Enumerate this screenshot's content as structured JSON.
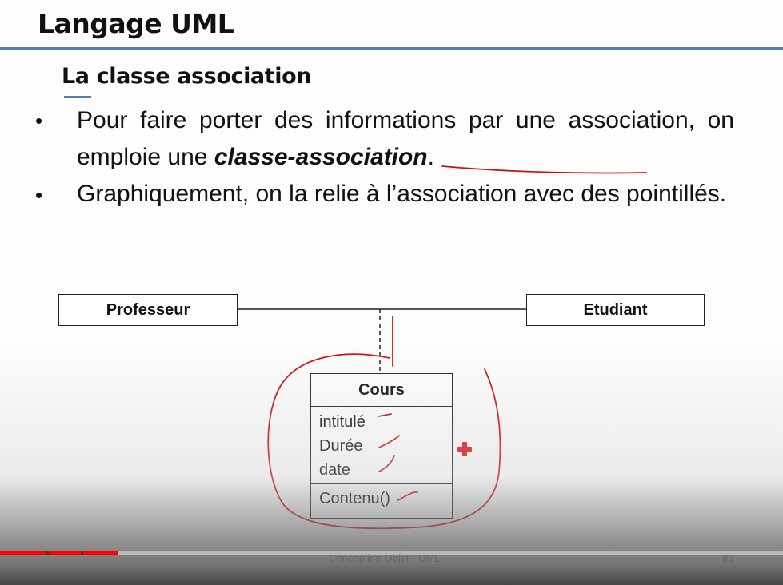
{
  "slide": {
    "title": "Langage UML",
    "section_heading": "La classe association",
    "bullets": [
      {
        "before": "Pour faire porter des informations par une association, on emploie une ",
        "emphasis": "classe-association",
        "after": "."
      },
      {
        "text": "Graphiquement, on la relie à l’association avec des pointillés."
      }
    ],
    "bullet_symbol": "•"
  },
  "diagram": {
    "left_class": "Professeur",
    "right_class": "Etudiant",
    "association_class": {
      "name": "Cours",
      "attributes": [
        "intitulé",
        "Durée",
        "date"
      ],
      "operations": [
        "Contenu()"
      ]
    }
  },
  "footer": {
    "text": "Conception Objet - UML",
    "page_number": "86"
  },
  "video_progress": {
    "played_fraction": 0.15
  },
  "colors": {
    "title_rule": "#4f7fb4",
    "annotation_red": "#d01010",
    "progress_red": "#ff0000"
  }
}
